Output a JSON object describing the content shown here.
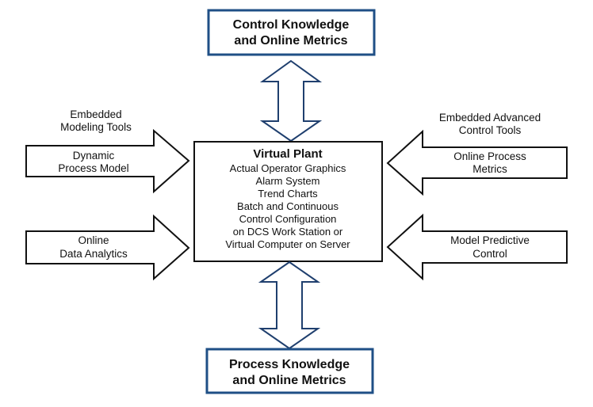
{
  "colors": {
    "box_stroke_blue": "#1f4f86",
    "box_stroke_black": "#111111",
    "arrow_stroke": "#1f3f6e",
    "text": "#111111",
    "background": "#ffffff"
  },
  "top_box": {
    "line1": "Control Knowledge",
    "line2": "and Online Metrics"
  },
  "bottom_box": {
    "line1": "Process Knowledge",
    "line2": "and Online Metrics"
  },
  "center_box": {
    "title": "Virtual Plant",
    "lines": [
      "Actual Operator Graphics",
      "Alarm System",
      "Trend Charts",
      "Batch and Continuous",
      "Control Configuration",
      "on DCS Work Station or",
      "Virtual Computer on Server"
    ]
  },
  "left_top": {
    "caption_line1": "Embedded",
    "caption_line2": "Modeling Tools",
    "arrow_line1": "Dynamic",
    "arrow_line2": "Process Model"
  },
  "left_bottom": {
    "arrow_line1": "Online",
    "arrow_line2": "Data Analytics"
  },
  "right_top": {
    "caption_line1": "Embedded Advanced",
    "caption_line2": "Control Tools",
    "arrow_line1": "Online Process",
    "arrow_line2": "Metrics"
  },
  "right_bottom": {
    "arrow_line1": "Model Predictive",
    "arrow_line2": "Control"
  },
  "icons": {
    "vertical_connectors": "double-headed-arrow",
    "side_inputs": "block-arrow"
  }
}
